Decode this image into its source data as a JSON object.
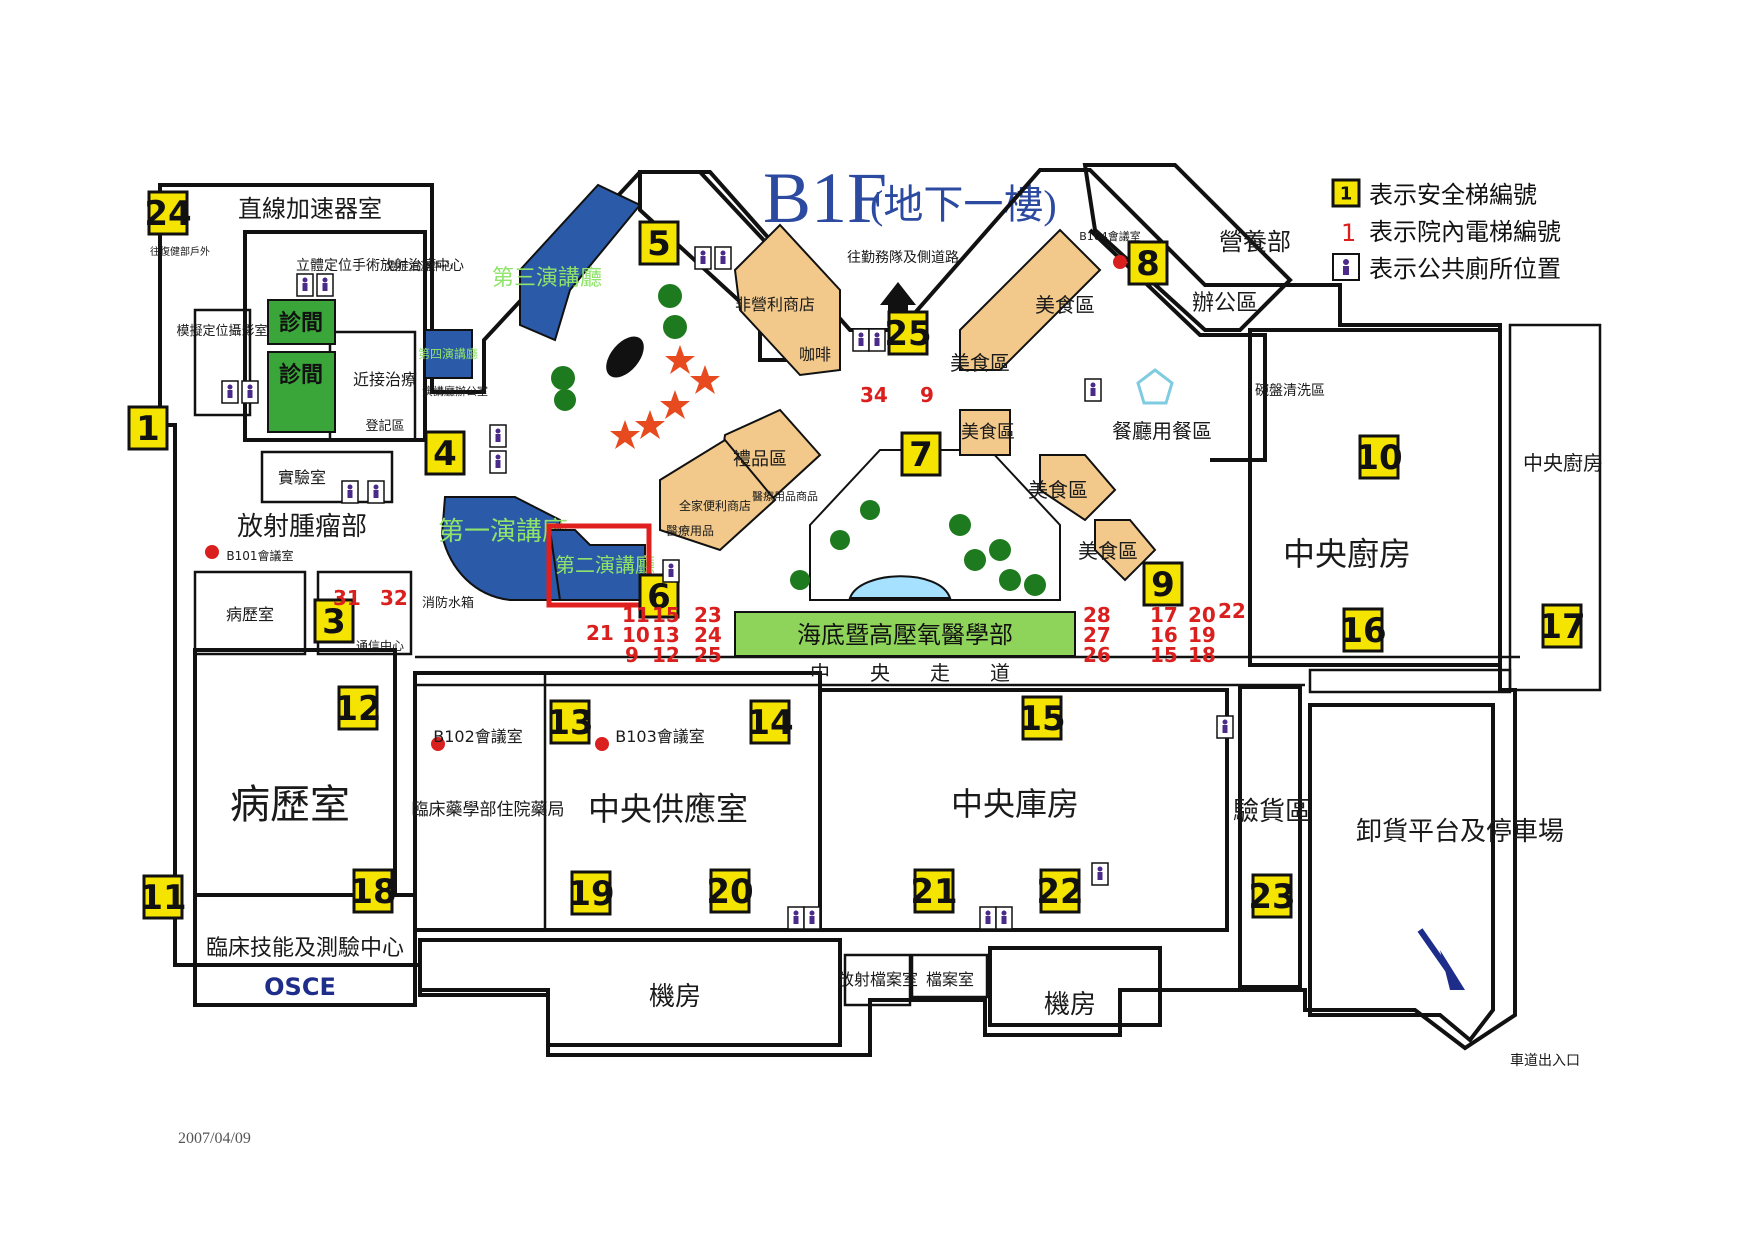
{
  "title": {
    "main": "B1F",
    "sub": "(地下一樓)"
  },
  "date": "2007/04/09",
  "legend": [
    {
      "key": "1",
      "label": "表示安全梯編號"
    },
    {
      "key": "1",
      "label": "表示院內電梯編號"
    },
    {
      "key": "toilet",
      "label": "表示公共廁所位置"
    }
  ],
  "colors": {
    "stair": "#f5e400",
    "green": "#3aa63a",
    "blue": "#2b5aa8",
    "elevator": "#d9201e",
    "food": "#f2c98a",
    "highlight": "#e0201e"
  },
  "rooms": {
    "linac": "直線加速器室",
    "exam1": "診間",
    "exam2": "診間",
    "stereo": "立體定位手術放射治療中心",
    "near": "近接治療",
    "register": "登記區",
    "locate": "模擬定位攝影室",
    "toOutside": "往復健部戶外",
    "lab": "實驗室",
    "radio": "放射腫瘤部",
    "b101": "B101會議室",
    "records_small": "病歷室",
    "comm": "通信中心",
    "fire": "消防水箱",
    "hall1": "第一演講廳",
    "hall2": "第二演講廳",
    "hall3": "第三演講廳",
    "hall4": "第四演講廳",
    "hallOffice": "演講廳辦公室",
    "radioRes": "癌症資源中心",
    "nonStore": "非營利商店",
    "cafe": "咖啡",
    "gifts": "禮品區",
    "conv": "全家便利商店",
    "medSupply": "醫療用品",
    "medSupply2": "醫療用品商品",
    "toService": "往勤務隊及側道路",
    "food1": "美食區",
    "food2": "美食區",
    "food3": "美食區",
    "food4": "美食區",
    "food5": "美食區",
    "dining": "餐廳用餐區",
    "b104": "B104會議室",
    "nutrition": "營養部",
    "office": "辦公區",
    "dish": "碗盤清洗區",
    "kitchenCentral": "中央廚房",
    "kitchenSide": "中央廚房",
    "hyperbaric": "海底暨高壓氧醫學部",
    "corridor": "中央走道",
    "records": "病歷室",
    "b102": "B102會議室",
    "pharmacy": "臨床藥學部住院藥局",
    "b103": "B103會議室",
    "supply": "中央供應室",
    "warehouse": "中央庫房",
    "inspect": "驗貨區",
    "dock": "卸貨平台及停車場",
    "skills": "臨床技能及測驗中心",
    "osce": "OSCE",
    "machine1": "機房",
    "machine2": "機房",
    "radioArch": "放射檔案室",
    "archive": "檔案室",
    "carExit": "車道出入口"
  },
  "stairs": [
    "1",
    "3",
    "4",
    "5",
    "6",
    "7",
    "8",
    "9",
    "10",
    "11",
    "12",
    "13",
    "14",
    "15",
    "16",
    "17",
    "18",
    "19",
    "20",
    "21",
    "22",
    "23",
    "24",
    "25"
  ],
  "elevators": {
    "a": "31",
    "b": "32",
    "c": "34",
    "d": "9",
    "e": "11",
    "f": "10",
    "g": "9",
    "h": "21",
    "i": "15",
    "j": "13",
    "k": "12",
    "l": "23",
    "m": "24",
    "n": "25",
    "o": "28",
    "p": "27",
    "q": "26",
    "r": "17",
    "s": "16",
    "t": "15",
    "u": "20",
    "v": "19",
    "w": "18",
    "x": "22"
  }
}
